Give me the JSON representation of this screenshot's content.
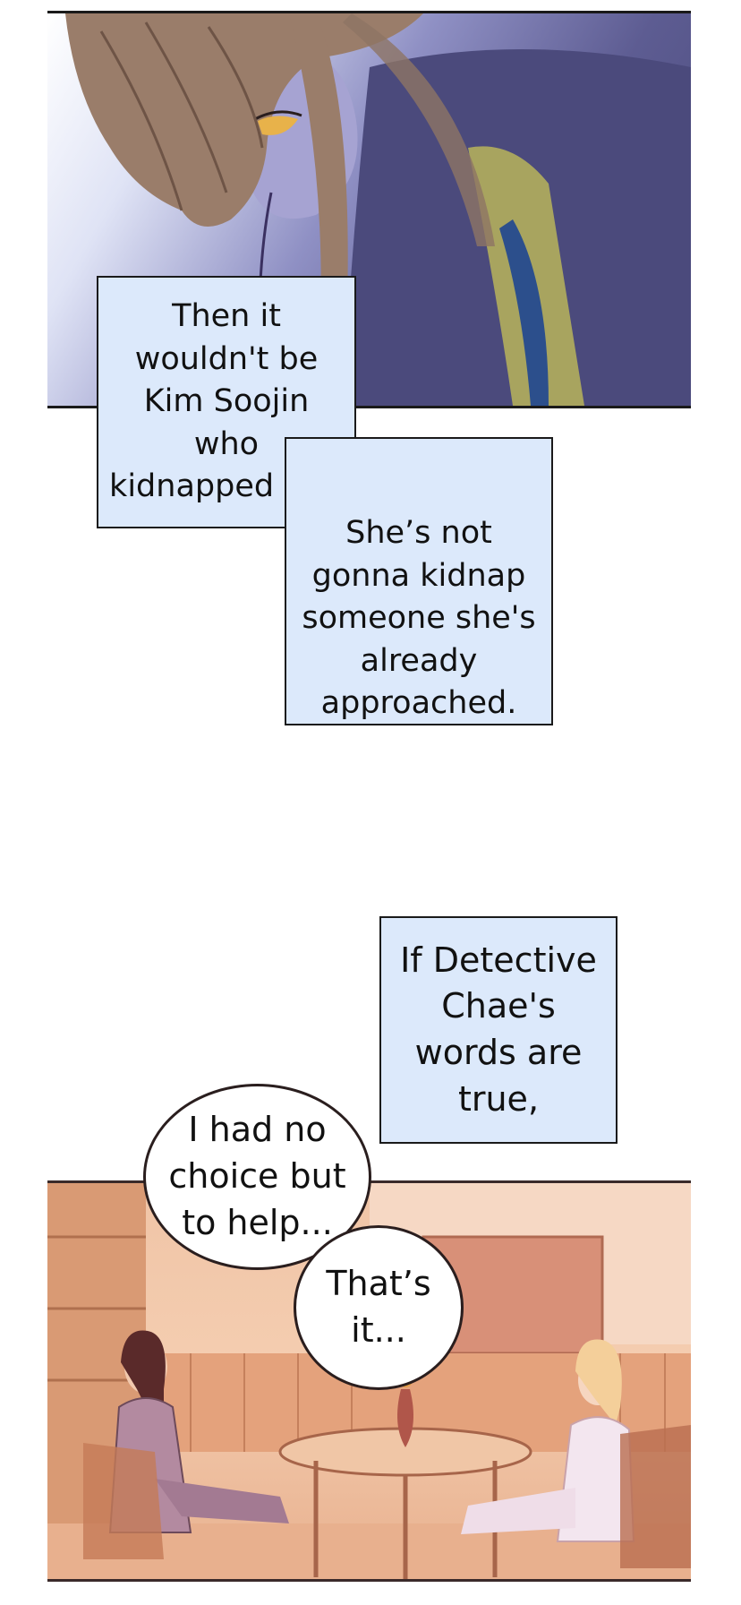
{
  "captions": {
    "kim_soojin": "Then it wouldn't be Kim Soojin who kidnapped me.",
    "not_gonna_kidnap": "She’s not gonna kidnap someone she's already approached.",
    "detective_chae": "If Detective Chae's words are true,"
  },
  "bubbles": {
    "no_choice": "I had no choice but to help...",
    "thats_it": "That’s it..."
  },
  "colors": {
    "caption_fill": "#dce9fb",
    "bubble_fill": "#ffffff",
    "night_panel": "#5d5c92",
    "warm_panel": "#f0c4a6"
  }
}
